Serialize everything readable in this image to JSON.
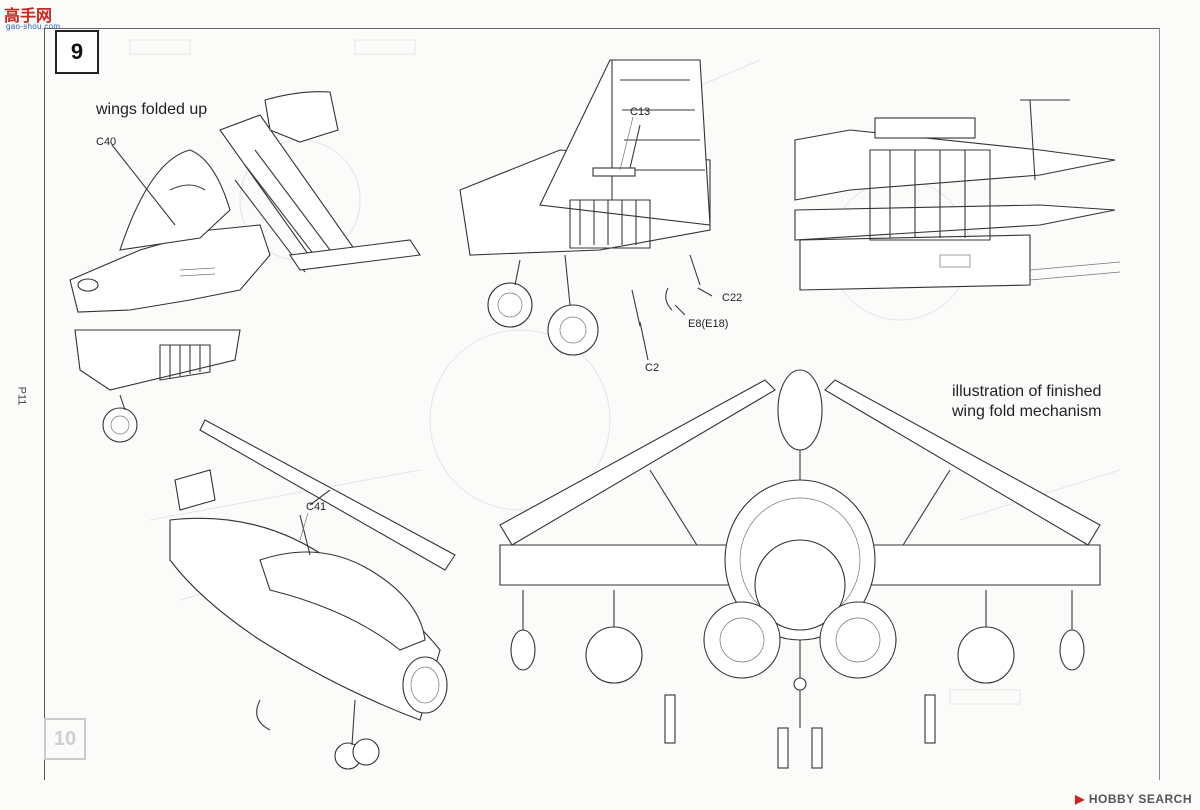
{
  "branding": {
    "logo_text": "高手网",
    "logo_sub": "gao-shou.com",
    "watermark": "HOBBY SEARCH"
  },
  "page": {
    "step_number": "9",
    "next_step_ghost": "10",
    "page_label": "P11"
  },
  "captions": {
    "wings_folded": "wings folded up",
    "finished_line1": "illustration of finished",
    "finished_line2": "wing fold mechanism"
  },
  "parts": {
    "c40": "C40",
    "c13": "C13",
    "c22": "C22",
    "e8": "E8(E18)",
    "c2": "C2",
    "c41": "C41"
  }
}
